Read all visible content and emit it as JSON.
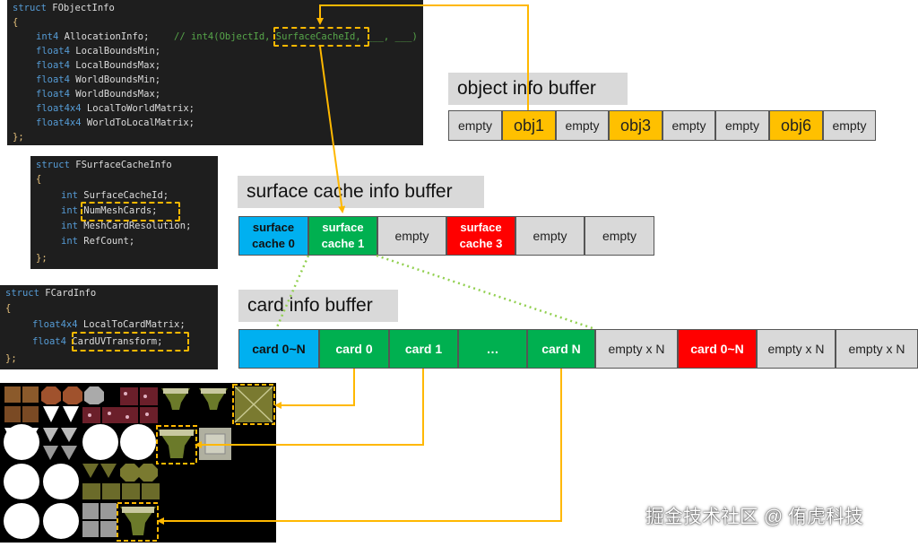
{
  "code_panels": {
    "object_info": {
      "lines": [
        {
          "kw": "struct",
          "text": " FObjectInfo"
        },
        {
          "brace": "{"
        },
        {
          "kw": "int4",
          "text": " AllocationInfo;",
          "comment": "// int4(ObjectId, SurfaceCacheId, ___, ___)"
        },
        {
          "kw": "float4",
          "text": " LocalBoundsMin;"
        },
        {
          "kw": "float4",
          "text": " LocalBoundsMax;"
        },
        {
          "kw": "float4",
          "text": " WorldBoundsMin;"
        },
        {
          "kw": "float4",
          "text": " WorldBoundsMax;"
        },
        {
          "kw": "float4x4",
          "text": " LocalToWorldMatrix;"
        },
        {
          "kw": "float4x4",
          "text": " WorldToLocalMatrix;"
        },
        {
          "brace": "};"
        }
      ]
    },
    "surface_cache_info": {
      "lines": [
        {
          "kw": "struct",
          "text": " FSurfaceCacheInfo"
        },
        {
          "brace": "{"
        },
        {
          "kw": "int",
          "text": " SurfaceCacheId;"
        },
        {
          "kw": "int",
          "text": " NumMeshCards;"
        },
        {
          "kw": "int",
          "text": " MeshCardResolution;"
        },
        {
          "kw": "int",
          "text": " RefCount;"
        },
        {
          "brace": "};"
        }
      ]
    },
    "card_info": {
      "lines": [
        {
          "kw": "struct",
          "text": " FCardInfo"
        },
        {
          "brace": "{"
        },
        {
          "kw": "float4x4",
          "text": " LocalToCardMatrix;"
        },
        {
          "kw": "float4",
          "text": " CardUVTransform;"
        },
        {
          "brace": "};"
        }
      ]
    }
  },
  "buffers": {
    "object_info": {
      "title": "object info buffer",
      "cells": [
        {
          "label": "empty",
          "color": "#d9d9d9"
        },
        {
          "label": "obj1",
          "color": "#ffc000"
        },
        {
          "label": "empty",
          "color": "#d9d9d9"
        },
        {
          "label": "obj3",
          "color": "#ffc000"
        },
        {
          "label": "empty",
          "color": "#d9d9d9"
        },
        {
          "label": "empty",
          "color": "#d9d9d9"
        },
        {
          "label": "obj6",
          "color": "#ffc000"
        },
        {
          "label": "empty",
          "color": "#d9d9d9"
        }
      ]
    },
    "surface_cache_info": {
      "title": "surface cache info buffer",
      "cells": [
        {
          "label": "surface cache 0",
          "color": "#00b0f0"
        },
        {
          "label": "surface cache 1",
          "color": "#00b050"
        },
        {
          "label": "empty",
          "color": "#d9d9d9"
        },
        {
          "label": "surface cache 3",
          "color": "#ff0000"
        },
        {
          "label": "empty",
          "color": "#d9d9d9"
        },
        {
          "label": "empty",
          "color": "#d9d9d9"
        }
      ]
    },
    "card_info": {
      "title": "card info buffer",
      "cells": [
        {
          "label": "card 0~N",
          "color": "#00b0f0"
        },
        {
          "label": "card 0",
          "color": "#00b050"
        },
        {
          "label": "card 1",
          "color": "#00b050"
        },
        {
          "label": "…",
          "color": "#00b050"
        },
        {
          "label": "card N",
          "color": "#00b050"
        },
        {
          "label": "empty x N",
          "color": "#d9d9d9"
        },
        {
          "label": "card 0~N",
          "color": "#ff0000"
        },
        {
          "label": "empty x N",
          "color": "#d9d9d9"
        },
        {
          "label": "empty x N",
          "color": "#d9d9d9"
        }
      ]
    }
  },
  "colors": {
    "arrow": "#ffb800",
    "dotted_link": "#92d050",
    "highlight": "#ffb800"
  },
  "watermark": "掘金技术社区 @ 侑虎科技"
}
